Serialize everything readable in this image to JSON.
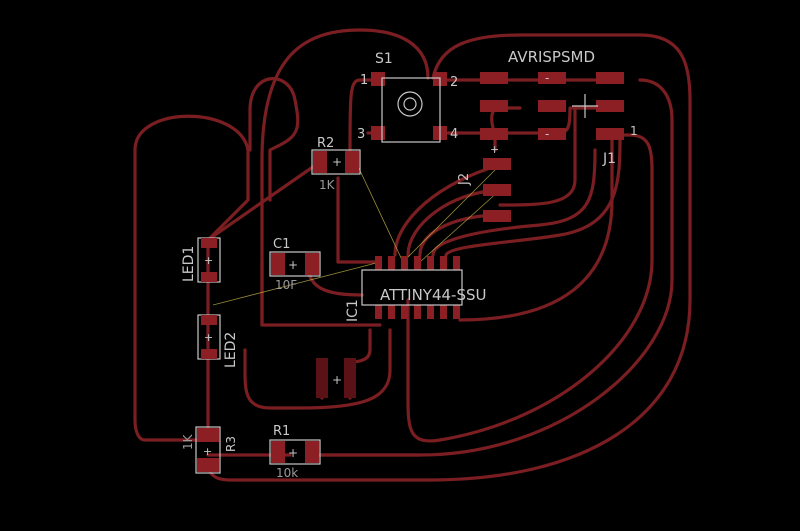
{
  "board": {
    "background_color": "#000000",
    "trace_color": "#7a1e22",
    "pad_color": "#8c1f24",
    "silkscreen_color": "#c8c8c8",
    "airwire_color": "#c9b94a"
  },
  "labels": {
    "s1_name": "S1",
    "s1_pin1": "1",
    "s1_pin2": "2",
    "s1_pin3": "3",
    "s1_pin4": "4",
    "avr_name": "AVRISPSMD",
    "j1_name": "J1",
    "j1_pin1": "1",
    "j2_name": "J2",
    "r2_name": "R2",
    "r2_value": "1K",
    "c1_name": "C1",
    "c1_value": "10F",
    "led1_name": "LED1",
    "led2_name": "LED2",
    "ic1_name": "IC1",
    "ic1_value": "ATTINY44-SSU",
    "r3_name": "R3",
    "r3_value": "1K",
    "r1_name": "R1",
    "r1_value": "10k",
    "plus": "+",
    "minus": "-"
  }
}
